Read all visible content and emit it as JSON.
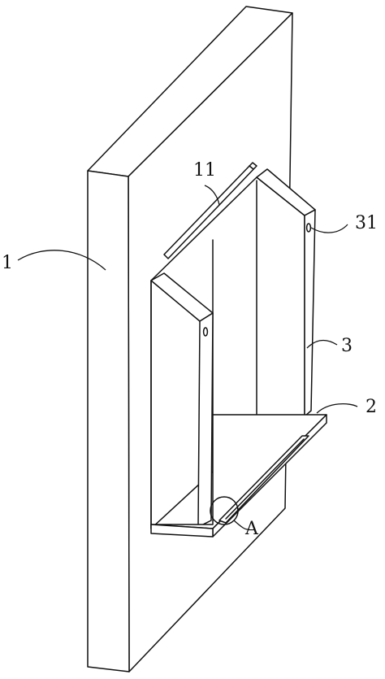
{
  "diagram": {
    "labels": {
      "part_1": "1",
      "part_11": "11",
      "part_31": "31",
      "part_3": "3",
      "part_2": "2",
      "detail_a": "A"
    },
    "colors": {
      "line": "#111111",
      "background": "#ffffff"
    }
  }
}
